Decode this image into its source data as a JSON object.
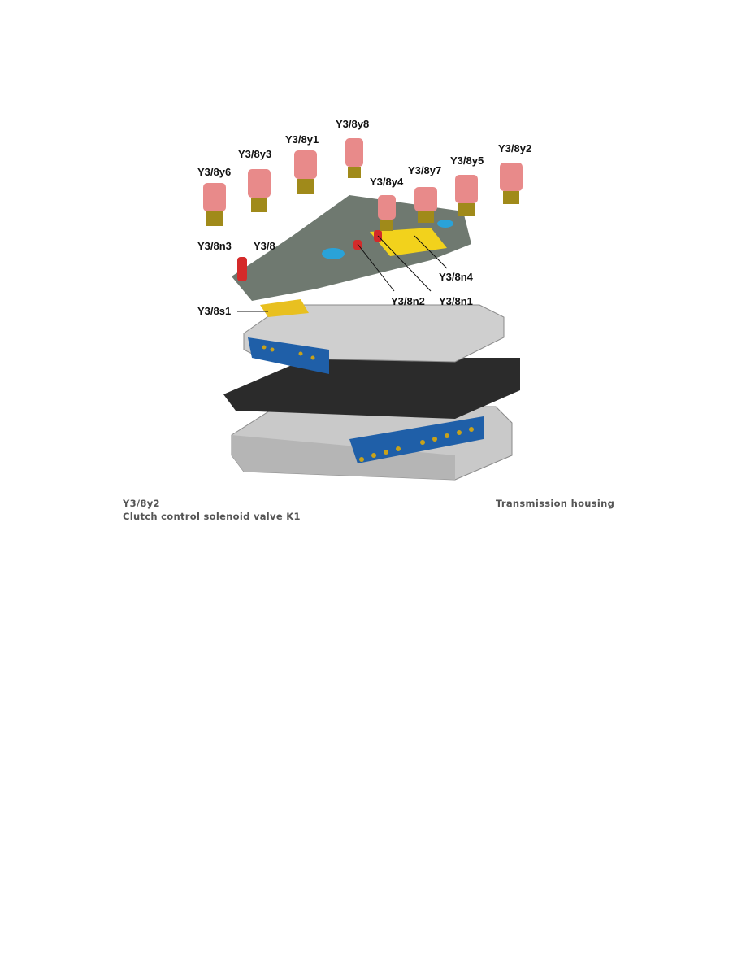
{
  "figure": {
    "labels": {
      "y6": "Y3/8y6",
      "y3": "Y3/8y3",
      "y1": "Y3/8y1",
      "y8": "Y3/8y8",
      "y4": "Y3/8y4",
      "y7": "Y3/8y7",
      "y5": "Y3/8y5",
      "y2": "Y3/8y2",
      "n3": "Y3/8n3",
      "y3_8": "Y3/8",
      "n4": "Y3/8n4",
      "n2": "Y3/8n2",
      "n1": "Y3/8n1",
      "s1": "Y3/8s1"
    }
  },
  "caption": {
    "component_code": "Y3/8y2",
    "component_name": "Clutch control solenoid valve K1",
    "location": "Transmission housing"
  }
}
